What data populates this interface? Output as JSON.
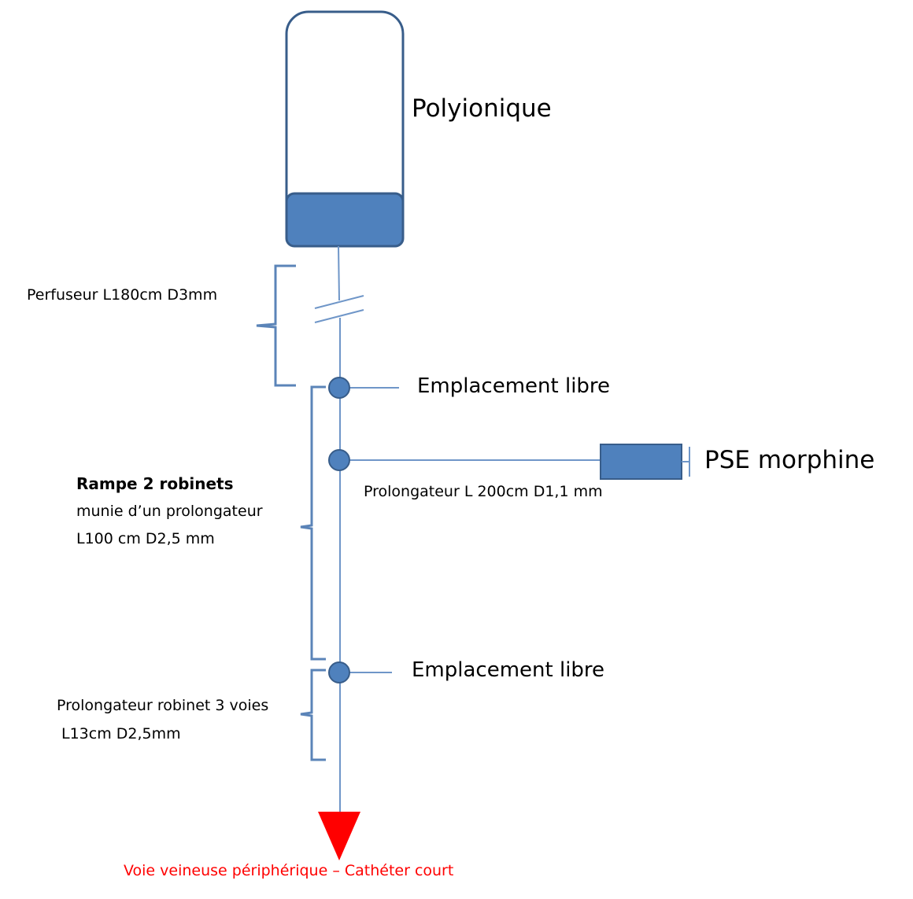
{
  "labels": {
    "bag": "Polyionique",
    "perfuseur": "Perfuseur  L180cm  D3mm",
    "free_slot_top": "Emplacement  libre",
    "pse": "PSE morphine",
    "prolongateur_pse": "Prolongateur  L 200cm  D1,1  mm",
    "rampe_title": "Rampe 2 robinets",
    "rampe_line1": "munie d’un prolongateur",
    "rampe_line2": "L100 cm  D2,5 mm",
    "free_slot_bottom": "Emplacement  libre",
    "prolongateur_3voies_line1": "Prolongateur  robinet  3  voies",
    "prolongateur_3voies_line2": "L13cm D2,5mm",
    "catheter": "Voie  veineuse  périphérique  – Cathéter  court"
  },
  "colors": {
    "device_fill": "#4f81bd",
    "device_stroke": "#385d8a",
    "line": "#6f96c8",
    "brace": "#5b84b8",
    "catheter_arrow": "#ff0000",
    "catheter_text": "#ff0000"
  }
}
